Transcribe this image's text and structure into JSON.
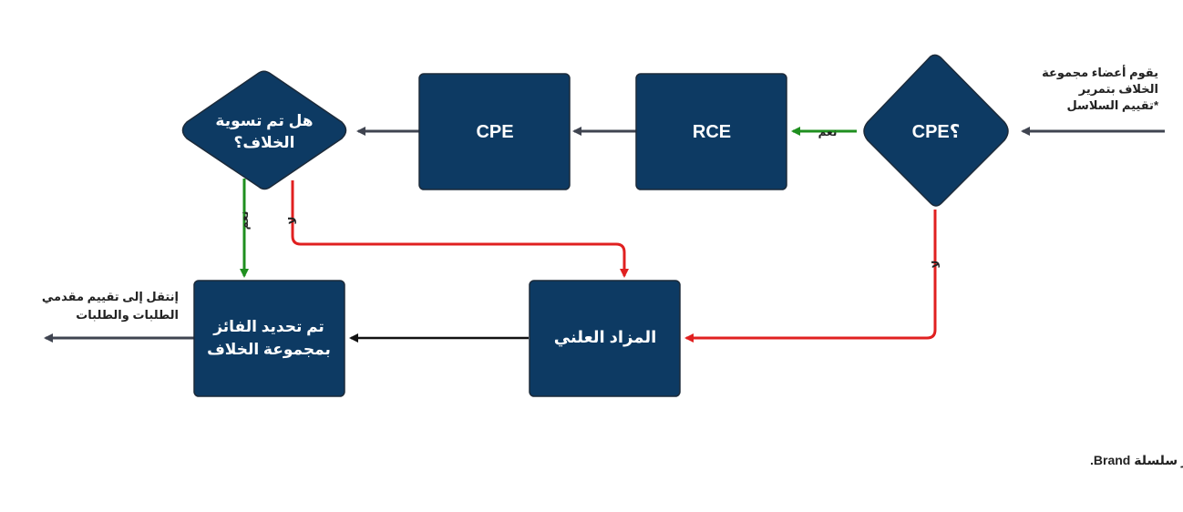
{
  "colors": {
    "node_fill": "#0d3a63",
    "node_text": "#ffffff",
    "edge_default": "#3f4450",
    "edge_yes": "#1f8f1f",
    "edge_no": "#e02020",
    "edge_black": "#111111"
  },
  "intro_note": [
    "يقوم أعضاء مجموعة",
    "الخلاف بتمرير",
    "تقييم السلاسل*"
  ],
  "nodes": {
    "decision_cpe": "CPE؟",
    "rce": "RCE",
    "cpe": "CPE",
    "decision_resolved": [
      "هل تم تسوية",
      "الخلاف؟"
    ],
    "auction": "المزاد العلني",
    "winner": [
      "تم تحديد الفائز",
      "بمجموعة الخلاف"
    ]
  },
  "edge_labels": {
    "cpe_yes": "نعم",
    "cpe_no": "لا",
    "resolved_yes": "نعم",
    "resolved_no": "لا"
  },
  "exit_note": [
    "إنتقل إلى تقييم مقدمي",
    "الطلبات والطلبات"
  ],
  "footnote": "*سيتاح لمقدمي طلبات نطاقات Brand TLD. المؤهلين و اللذين هم في خلاف خيار طلب تغيير سلسلة Brand."
}
